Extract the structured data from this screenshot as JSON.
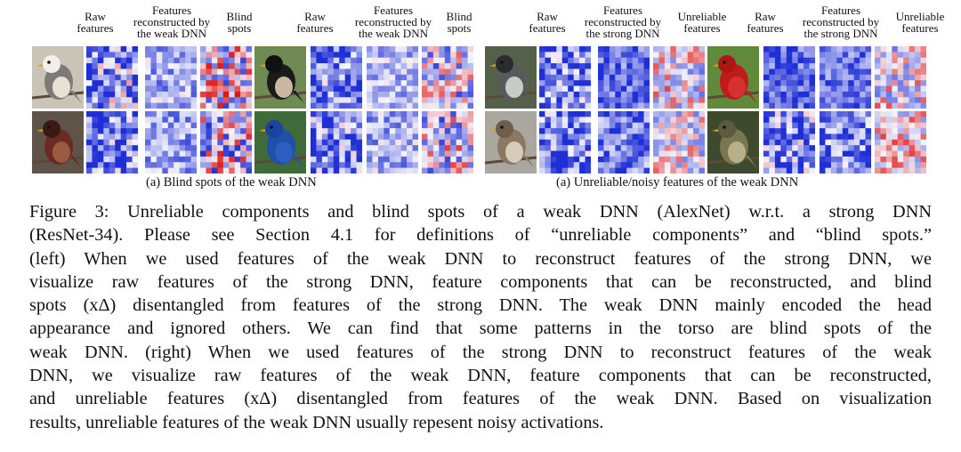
{
  "left_panel": {
    "headers": [
      {
        "text": "Raw\nfeatures"
      },
      {
        "text": "Features\nreconstructed by\nthe weak DNN"
      },
      {
        "text": "Blind\nspots"
      },
      {
        "text": "Raw\nfeatures"
      },
      {
        "text": "Features\nreconstructed by\nthe weak DNN"
      },
      {
        "text": "Blind\nspots"
      }
    ],
    "subcaption": "(a) Blind spots of the weak DNN"
  },
  "right_panel": {
    "headers": [
      {
        "text": "Raw\nfeatures"
      },
      {
        "text": "Features\nreconstructed by\nthe strong DNN"
      },
      {
        "text": "Unreliable\nfeatures"
      },
      {
        "text": "Raw\nfeatures"
      },
      {
        "text": "Features\nreconstructed by\nthe strong DNN"
      },
      {
        "text": "Unreliable\nfeatures"
      }
    ],
    "subcaption": "(a) Unreliable/noisy features of the weak DNN"
  },
  "caption": {
    "lines": [
      "Figure 3: Unreliable components and blind spots of a weak DNN (AlexNet) w.r.t. a strong DNN",
      "(ResNet-34). Please see Section 4.1 for definitions of “unreliable components” and “blind spots.”",
      "(left) When we used features of the weak DNN to reconstruct features of the strong DNN, we",
      "visualize raw features of the strong DNN, feature components that can be reconstructed, and blind",
      "spots (xΔ) disentangled from features of the strong DNN. The weak DNN mainly encoded the head",
      "appearance and ignored others. We can find that some patterns in the torso are blind spots of the",
      "weak DNN. (right) When we used features of the strong DNN to reconstruct features of the weak",
      "DNN, we visualize raw features of the weak DNN, feature components that can be reconstructed,",
      "and unreliable features (xΔ) disentangled from features of the weak DNN. Based on visualization",
      "results, unreliable features of the weak DNN usually repesent noisy activations."
    ]
  },
  "colors": {
    "heat_blue": "#1f2fd6",
    "heat_white": "#f4f4fb",
    "heat_red": "#e01515"
  }
}
